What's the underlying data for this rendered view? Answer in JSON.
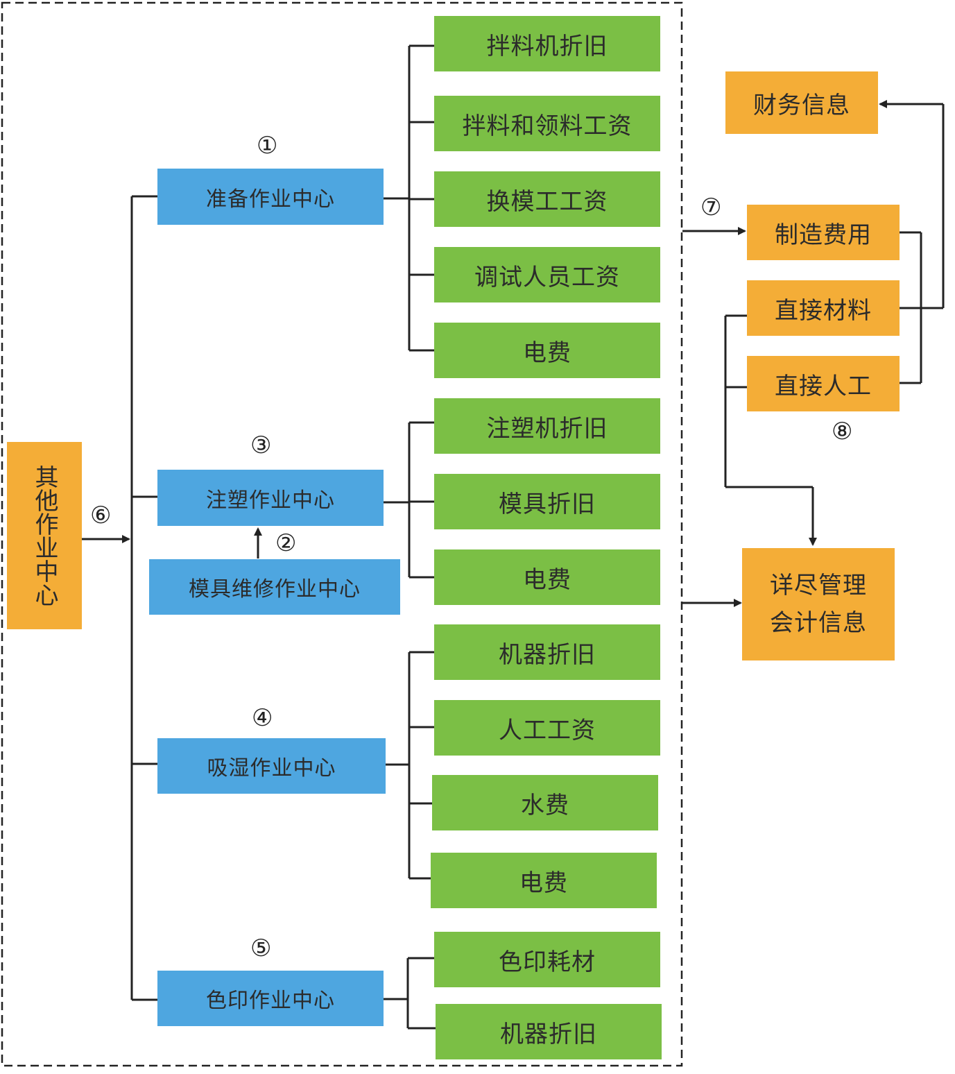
{
  "colors": {
    "cost_item": "#7bbf45",
    "activity_center": "#4ea6e0",
    "information": "#f4ad37",
    "line": "#222222"
  },
  "other_center": {
    "label": "其他作业中心"
  },
  "centers": [
    {
      "label": "准备作业中心",
      "marker": "①"
    },
    {
      "label": "注塑作业中心",
      "marker": "③"
    },
    {
      "label": "模具维修作业中心",
      "marker": "②"
    },
    {
      "label": "吸湿作业中心",
      "marker": "④"
    },
    {
      "label": "色印作业中心",
      "marker": "⑤"
    }
  ],
  "other_marker": "⑥",
  "prep_costs": [
    "拌料机折旧",
    "拌料和领料工资",
    "换模工工资",
    "调试人员工资",
    "电费"
  ],
  "mold_costs": [
    "注塑机折旧",
    "模具折旧",
    "电费"
  ],
  "humid_costs": [
    "机器折旧",
    "人工工资",
    "水费",
    "电费"
  ],
  "print_costs": [
    "色印耗材",
    "机器折旧"
  ],
  "right": {
    "financial_info": "财务信息",
    "manufacturing_cost": "制造费用",
    "direct_material": "直接材料",
    "direct_labor": "直接人工",
    "detailed_info_line1": "详尽管理",
    "detailed_info_line2": "会计信息",
    "marker_7": "⑦",
    "marker_8": "⑧"
  }
}
